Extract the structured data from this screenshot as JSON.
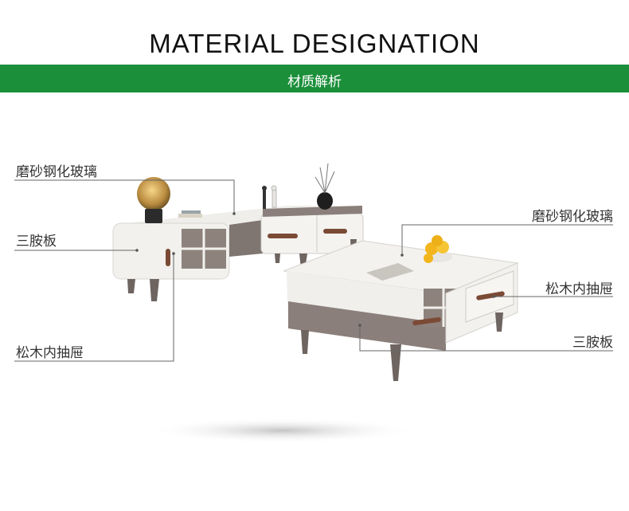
{
  "header": {
    "title": "MATERIAL DESIGNATION",
    "subtitle": "材质解析"
  },
  "labels": {
    "left_top": "磨砂钢化玻璃",
    "left_mid": "三胺板",
    "left_bottom": "松木内抽屉",
    "right_top": "磨砂钢化玻璃",
    "right_mid": "松木内抽屉",
    "right_bottom": "三胺板"
  },
  "colors": {
    "band": "#1b8f3a",
    "furniture_white": "#f2f1ee",
    "furniture_gray": "#8a7f7a",
    "handle": "#7b4a35"
  }
}
